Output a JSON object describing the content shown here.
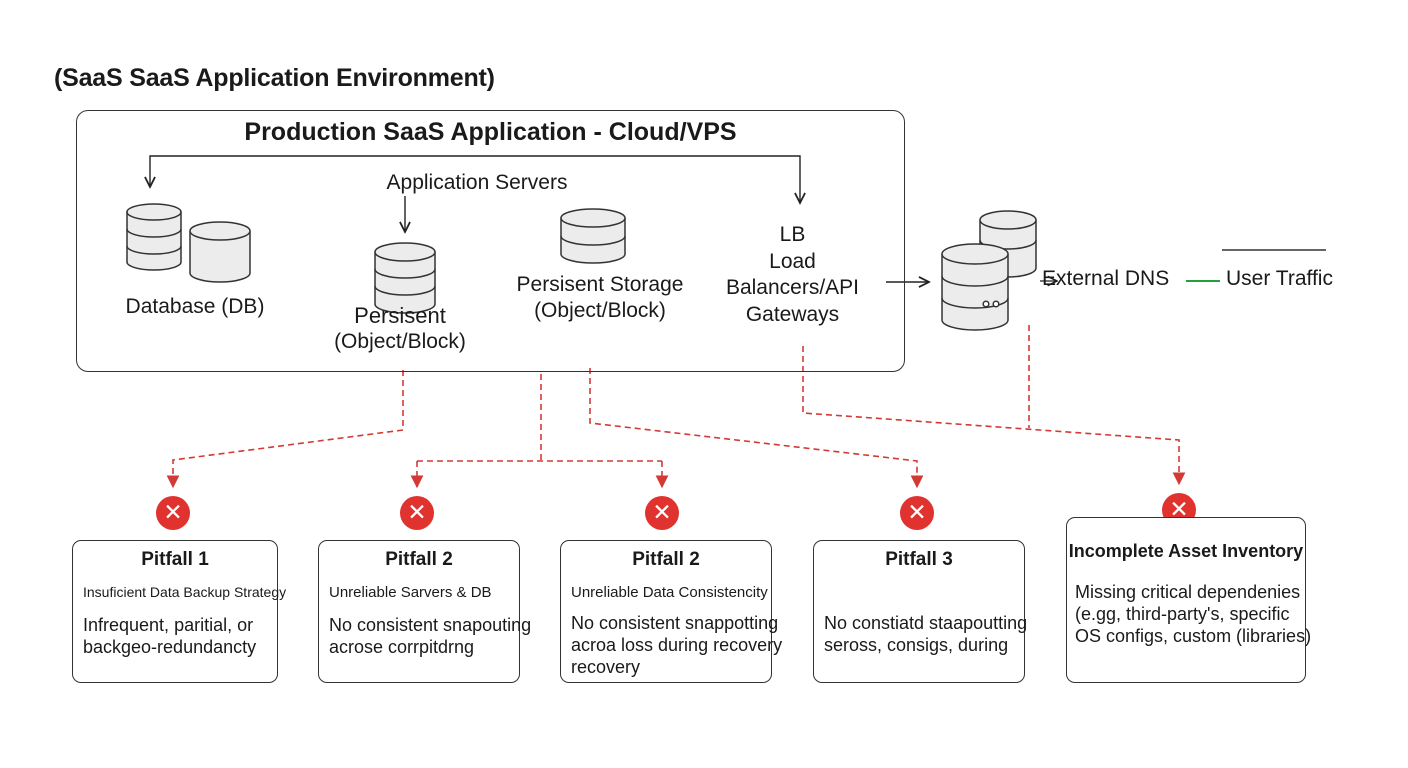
{
  "environment_title": "(SaaS SaaS Application Environment)",
  "production": {
    "title": "Production SaaS Application - Cloud/VPS",
    "database_label": "Database (DB)",
    "app_servers_label": "Application Servers",
    "persistent_label": [
      "Persisent",
      "(Object/Block)"
    ],
    "persistent_storage_label": [
      "Persisent Storage",
      "(Object/Block)"
    ],
    "lb_label": [
      "LB",
      "Load",
      "Balancers/API",
      "Gateways"
    ]
  },
  "external": {
    "dns_label": "External DNS",
    "user_traffic_label": "User Traffic"
  },
  "colors": {
    "accent_red": "#e0332f",
    "dashed_red": "#d33a36",
    "link_green": "#22a03a",
    "cylinder_fill": "#ececec",
    "outline": "#333333"
  },
  "pitfalls": [
    {
      "title": "Pitfall 1",
      "subtitle": "Insuficient Data Backup Strategy",
      "body": [
        "Infrequent, paritial, or",
        "backgeo-redundancty"
      ]
    },
    {
      "title": "Pitfall 2",
      "subtitle": "Unreliable Sarvers & DB",
      "body": [
        "No consistent snapouting",
        "acrose corrpitdrng"
      ]
    },
    {
      "title": "Pitfall 2",
      "subtitle": "Unreliable Data Consistencity",
      "body": [
        "No consistent snappotting",
        "acroa loss during recovery",
        "recovery"
      ]
    },
    {
      "title": "Pitfall 3",
      "subtitle": "",
      "body": [
        "No constiatd staapoutting",
        "seross, consigs, during"
      ]
    },
    {
      "title": "Incomplete Asset Inventory",
      "subtitle": "",
      "body": [
        "Missing critical dependenies",
        "(e.gg, third-party's, specific",
        "OS configs, custom (libraries)"
      ]
    }
  ]
}
